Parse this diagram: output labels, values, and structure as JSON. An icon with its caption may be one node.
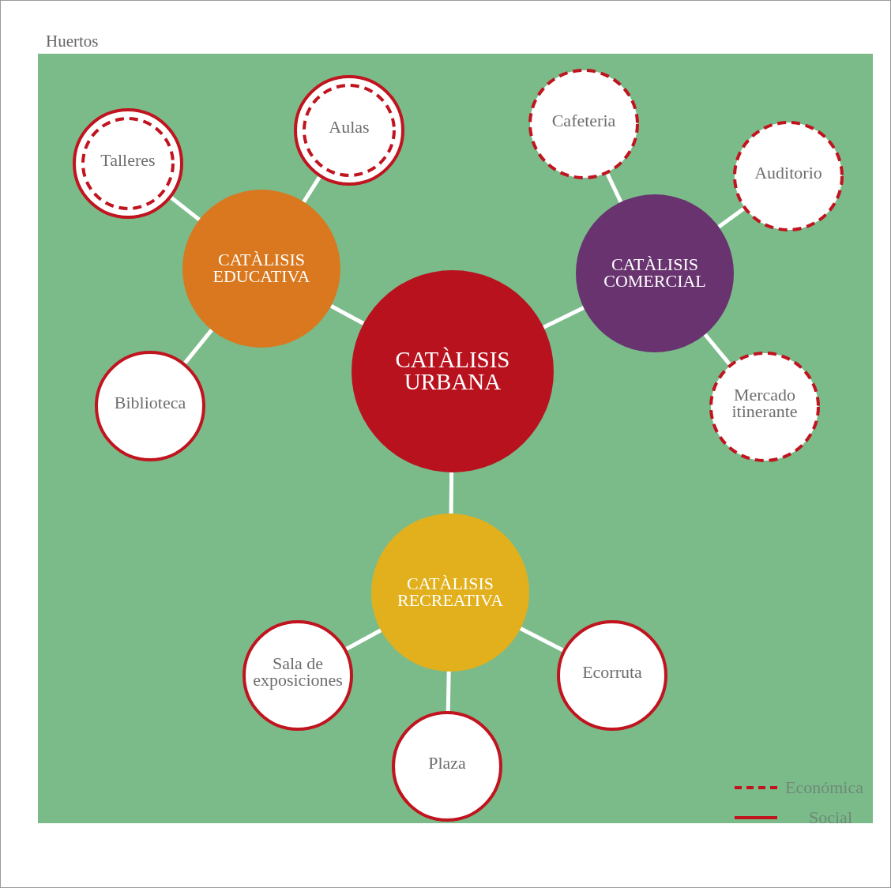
{
  "diagram": {
    "nodes": [
      {
        "text": [
          "Huertos"
        ]
      },
      {
        "text": [
          "CATÀLISIS URBANA"
        ],
        "in": 0
      },
      {
        "text": [
          "CATÀLISIS EDUCATIVA"
        ],
        "in": 0
      },
      {
        "text": [
          "Talleres"
        ],
        "in": 0
      },
      {
        "text": [
          "Aulas"
        ],
        "in": 0
      },
      {
        "text": [
          "Biblioteca"
        ],
        "in": 0
      },
      {
        "text": [
          "CATÀLISIS COMERCIAL"
        ],
        "in": 0
      },
      {
        "text": [
          "Cafeteria"
        ],
        "in": 0
      },
      {
        "text": [
          "Auditorio"
        ],
        "in": 0
      },
      {
        "text": [
          "Mercado itinerante"
        ],
        "in": 0
      },
      {
        "text": [
          "CATÀLISIS RECREATIVA"
        ],
        "in": 0
      },
      {
        "text": [
          "Sala de exposiciones"
        ],
        "in": 0
      },
      {
        "text": [
          "Ecorruta"
        ],
        "in": 0
      },
      {
        "text": [
          "Plaza"
        ],
        "in": 0
      }
    ],
    "edges": [
      {
        "from": 1,
        "to": 2,
        "arrow": "none"
      },
      {
        "from": 2,
        "to": 3,
        "arrow": "none"
      },
      {
        "from": 2,
        "to": 4,
        "arrow": "none"
      },
      {
        "from": 2,
        "to": 5,
        "arrow": "none"
      },
      {
        "from": 1,
        "to": 6,
        "arrow": "none"
      },
      {
        "from": 6,
        "to": 7,
        "arrow": "none"
      },
      {
        "from": 6,
        "to": 8,
        "arrow": "none"
      },
      {
        "from": 6,
        "to": 9,
        "arrow": "none"
      },
      {
        "from": 1,
        "to": 10,
        "arrow": "none"
      },
      {
        "from": 10,
        "to": 11,
        "arrow": "none"
      },
      {
        "from": 10,
        "to": 12,
        "arrow": "none"
      },
      {
        "from": 10,
        "to": 13,
        "arrow": "none"
      }
    ],
    "legend": [
      {
        "text": "Económica"
      },
      {
        "text": "Social"
      }
    ]
  }
}
